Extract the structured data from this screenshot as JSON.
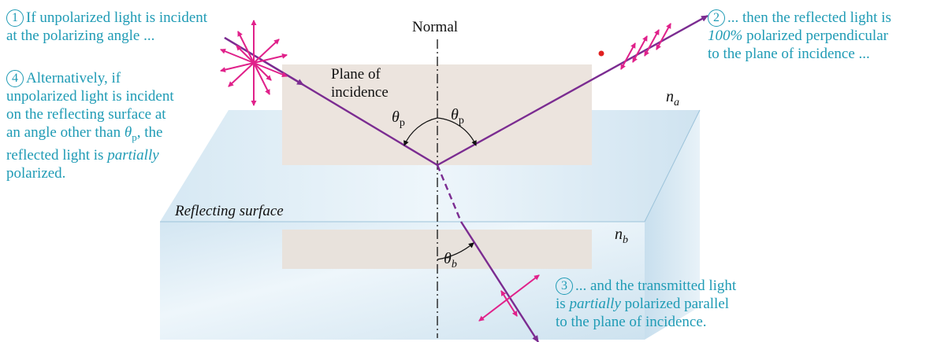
{
  "captions": {
    "c1": {
      "num": "1",
      "line1": "If unpolarized light is incident",
      "line2": "at the polarizing angle ..."
    },
    "c2": {
      "num": "2",
      "line1": "... then the reflected light is",
      "line2_italic": "100%",
      "line2_rest": " polarized perpendicular",
      "line3": "to the plane of incidence ..."
    },
    "c3": {
      "num": "3",
      "line1": "... and the transmitted light",
      "line2_pre": "is ",
      "line2_italic": "partially",
      "line2_rest": " polarized parallel",
      "line3": "to the plane of incidence."
    },
    "c4": {
      "num": "4",
      "line1": "Alternatively, if",
      "line2": "unpolarized light is incident",
      "line3": "on the reflecting surface at",
      "line4_pre": "an angle other than ",
      "line4_theta": "θ",
      "line4_sub": "p",
      "line4_post": ", the",
      "line5_pre": "reflected light is ",
      "line5_italic": "partially",
      "line6": "polarized."
    }
  },
  "labels": {
    "normal": "Normal",
    "plane_line1": "Plane of",
    "plane_line2": "incidence",
    "reflecting_surface": "Reflecting surface",
    "na_n": "n",
    "na_sub": "a",
    "nb_n": "n",
    "nb_sub": "b",
    "theta": "θ",
    "theta_p_sub": "p",
    "theta_b_sub": "b"
  },
  "colors": {
    "ray": "#7b2c91",
    "polarization_arrow": "#e0218a",
    "caption_text": "#1f9bb5",
    "plane": "#ece4de",
    "block": "#d9eaf4",
    "dot": "#e02020"
  }
}
